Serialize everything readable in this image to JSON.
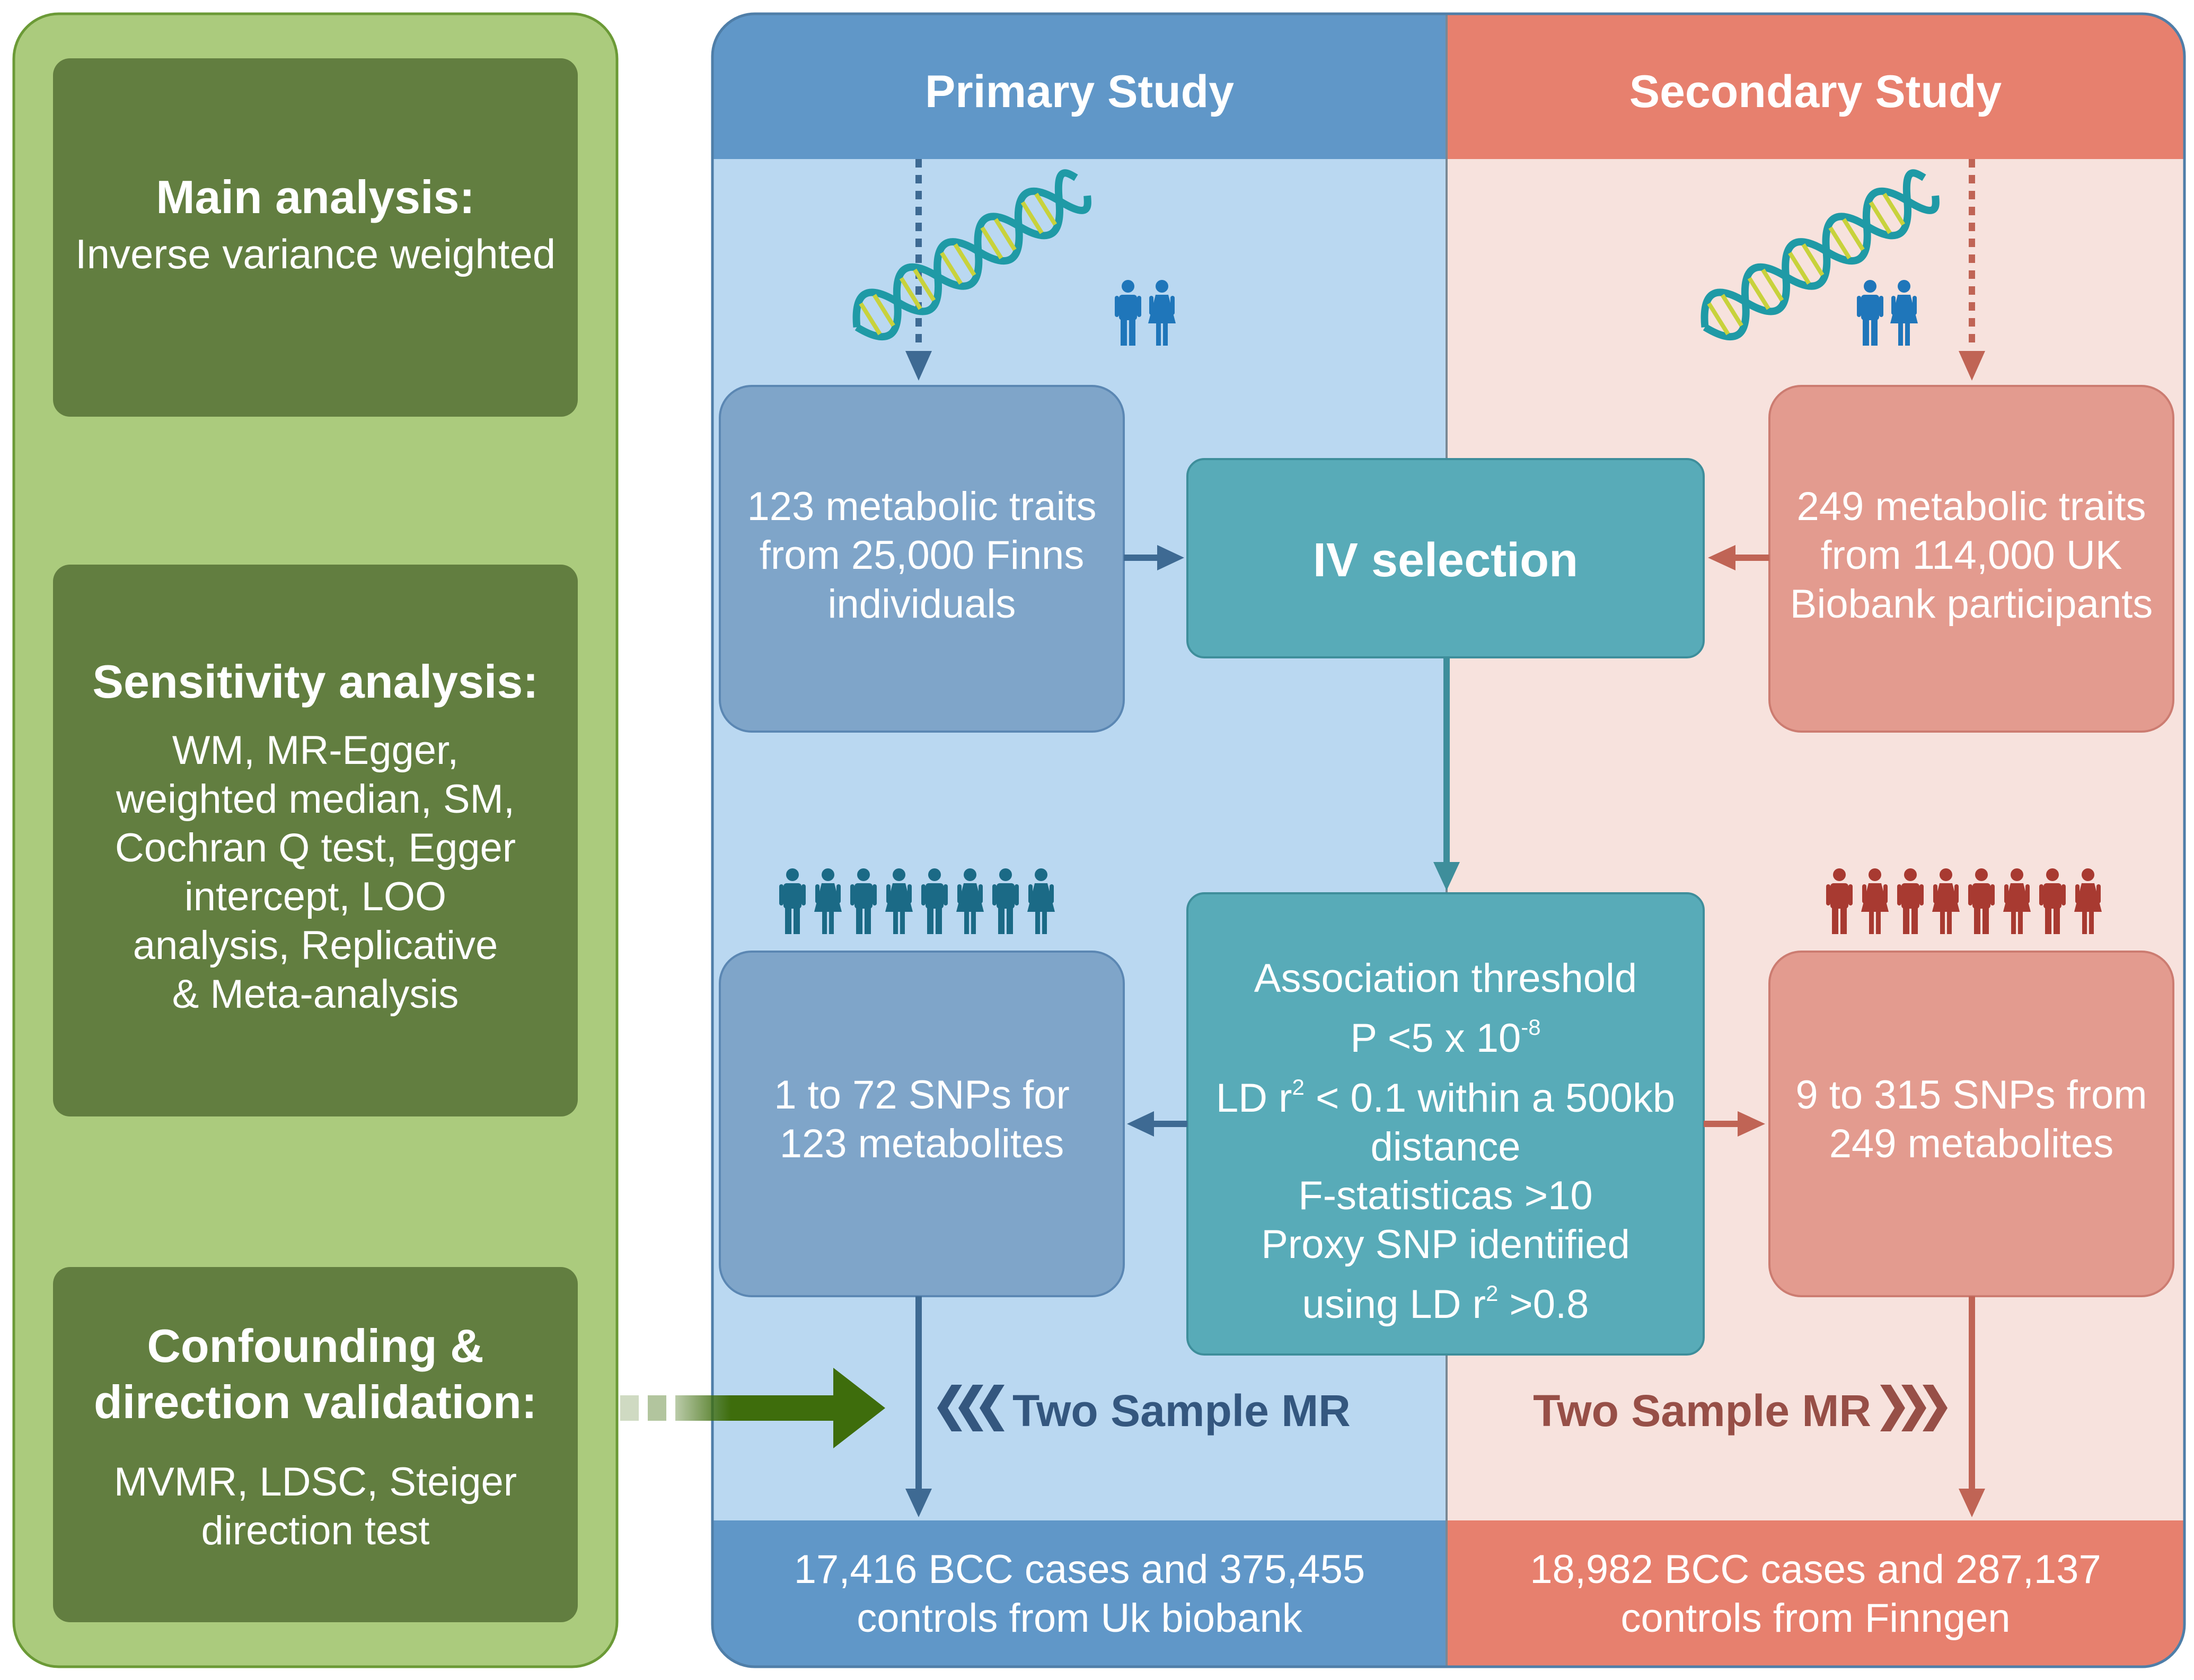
{
  "colors": {
    "left_panel_bg": "#abcb7d",
    "left_box": "#627e40",
    "primary_header": "#6097c8",
    "primary_bg": "#bad8f1",
    "primary_box": "#7fa5c9",
    "secondary_header": "#e7806e",
    "secondary_bg": "#f7e2dd",
    "secondary_box": "#e39b8f",
    "teal_box": "#58abb8",
    "primary_arrow": "#3e6a93",
    "secondary_arrow": "#c06455",
    "mr_primary_text": "#34577f",
    "mr_secondary_text": "#974f47",
    "green_arrow": "#3e6d0c"
  },
  "left_panel": {
    "main": {
      "title": "Main analysis:",
      "body": "Inverse variance weighted"
    },
    "sensitivity": {
      "title": "Sensitivity analysis:",
      "lines": [
        "WM, MR-Egger,",
        "weighted median, SM,",
        "Cochran Q test, Egger",
        "intercept, LOO",
        "analysis, Replicative",
        "& Meta-analysis"
      ]
    },
    "confounding": {
      "title_lines": [
        "Confounding &",
        "direction validation:"
      ],
      "body_lines": [
        "MVMR, LDSC, Steiger",
        "direction test"
      ]
    }
  },
  "primary": {
    "header": "Primary Study",
    "exposure_lines": [
      "123 metabolic traits",
      "from 25,000 Finns",
      "individuals"
    ],
    "snps_lines": [
      "1 to 72 SNPs for",
      "123 metabolites"
    ],
    "mr_label": "Two Sample MR",
    "outcome_lines": [
      "17,416 BCC cases and 375,455",
      "controls from Uk biobank"
    ]
  },
  "secondary": {
    "header": "Secondary Study",
    "exposure_lines": [
      "249 metabolic traits",
      "from 114,000 UK",
      "Biobank participants"
    ],
    "snps_lines": [
      "9 to 315 SNPs from",
      "249 metabolites"
    ],
    "mr_label": "Two Sample MR",
    "outcome_lines": [
      "18,982 BCC cases and 287,137",
      "controls from Finngen"
    ]
  },
  "iv_selection": {
    "title": "IV selection",
    "criteria": {
      "line1": "Association threshold",
      "p_prefix": "P <5 x 10",
      "p_exponent": "-8",
      "ld_prefix": "LD r",
      "ld_exponent": "2",
      "ld_suffix": " < 0.1 within a 500kb",
      "distance": "distance",
      "f_stat": "F-statisticas >10",
      "proxy": "Proxy SNP identified",
      "using_prefix": "using LD r",
      "using_exponent": "2",
      "using_suffix": " >0.8"
    }
  },
  "icons": [
    "dna-icon",
    "couple-icon",
    "population-icon"
  ]
}
